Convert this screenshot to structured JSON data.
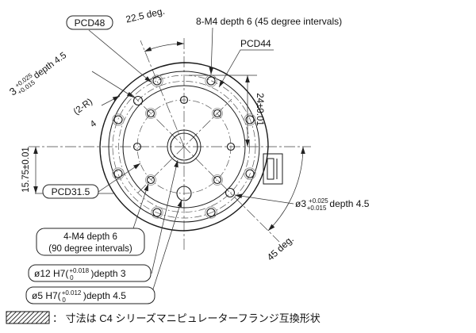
{
  "drawing": {
    "labels": {
      "pcd48": "PCD48",
      "angle_offset": "22.5 deg.",
      "bolt8": "8-M4 depth 6 (45 degree intervals)",
      "pcd44": "PCD44",
      "dim_24": "24±0.01",
      "pin3_left_value": "3",
      "pin3_left_tol_upper": "+0.025",
      "pin3_left_tol_lower": "+0.015",
      "pin3_left_suffix": "depth 4.5",
      "radius_note": "(2-R)",
      "dim_4": "4",
      "pcd315": "PCD31.5",
      "dim_1575": "15.75±0.01",
      "bolt4_line1": "4-M4 depth 6",
      "bolt4_line2": "(90 degree intervals)",
      "bore12_prefix": "ø12 H7(",
      "bore12_tol_upper": "+0.018",
      "bore12_tol_lower": "0",
      "bore12_suffix": ")depth 3",
      "pin5_prefix": "ø5 H7(",
      "pin5_tol_upper": "+0.012",
      "pin5_tol_lower": "0",
      "pin5_suffix": ")depth 4.5",
      "pin3_right_prefix": "ø3",
      "pin3_right_tol_upper": "+0.025",
      "pin3_right_tol_lower": "+0.015",
      "pin3_right_suffix": "depth 4.5",
      "angle_45": "45 deg."
    },
    "legend": {
      "text": "：  寸法は C4 シリーズマニピュレーターフランジ互換形状"
    }
  }
}
